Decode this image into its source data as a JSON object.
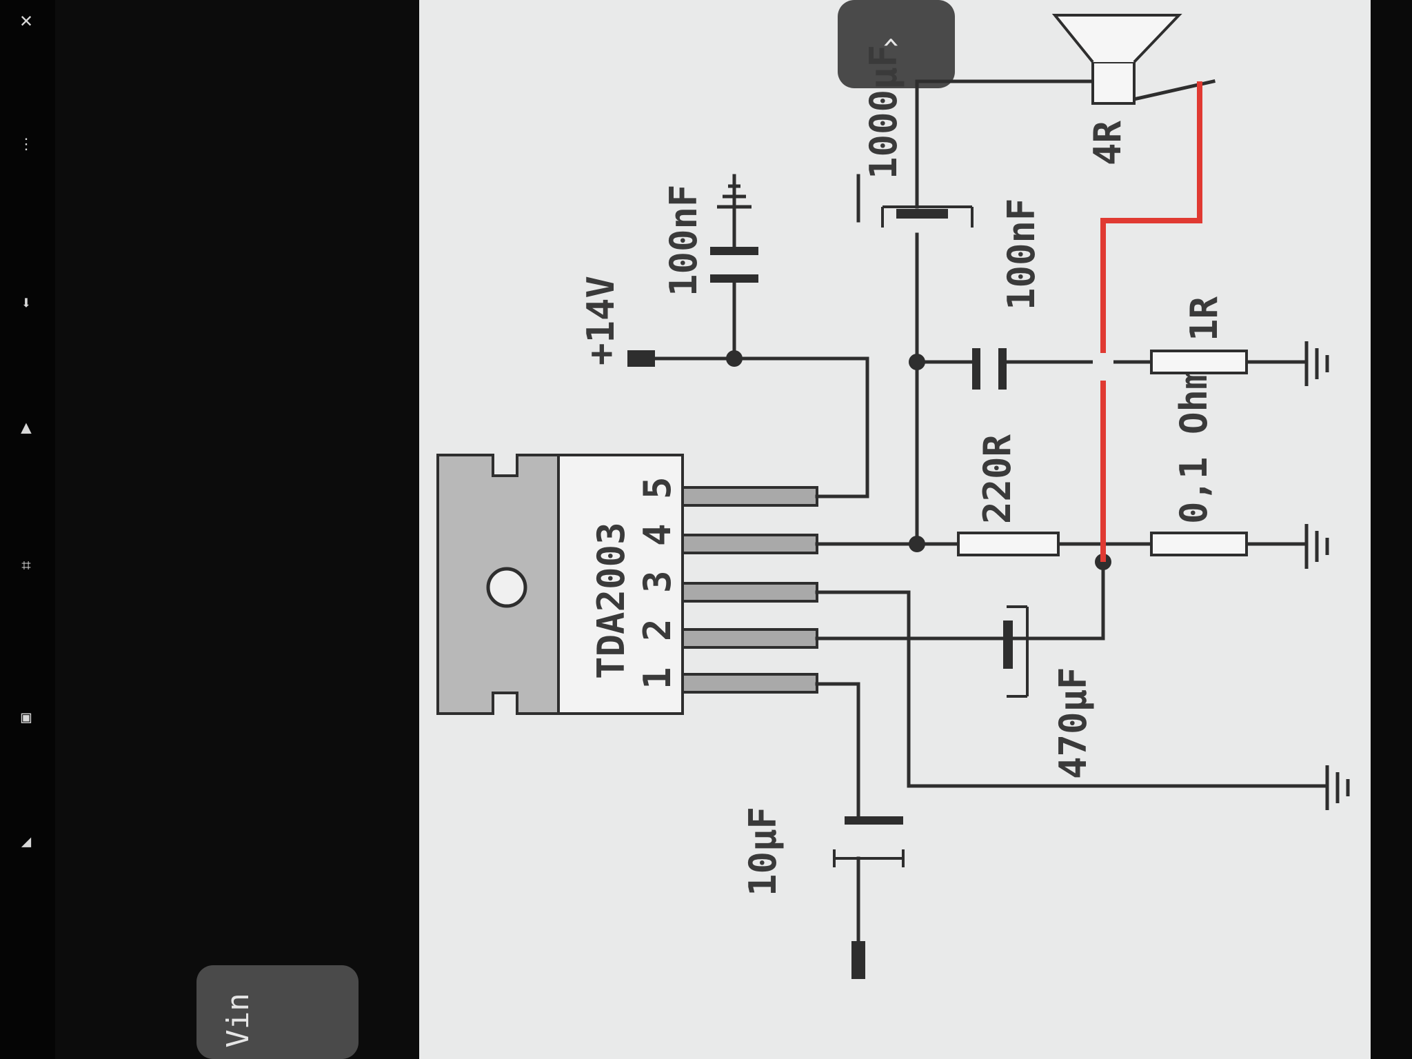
{
  "diagram": {
    "ic_name": "TDA2003",
    "pin_numbers": [
      "1",
      "2",
      "3",
      "4",
      "5"
    ],
    "supply": "+14V",
    "input_label": "Vin",
    "c_input": "10µF",
    "c_supply": "100nF",
    "c_feedback": "470µF",
    "c_output": "1000µF",
    "c_zobel": "100nF",
    "r_feedback": "220R",
    "r_zobel": "1R",
    "r_ground": "0,1 Ohm",
    "speaker": "4R",
    "colors": {
      "wire": "#2e2e2e",
      "highlight": "#e03a32",
      "ic_body": "#b8b8b8"
    }
  },
  "ui": {
    "back_icon": "‹",
    "forward_icon": "›",
    "close_icon": "✕"
  }
}
